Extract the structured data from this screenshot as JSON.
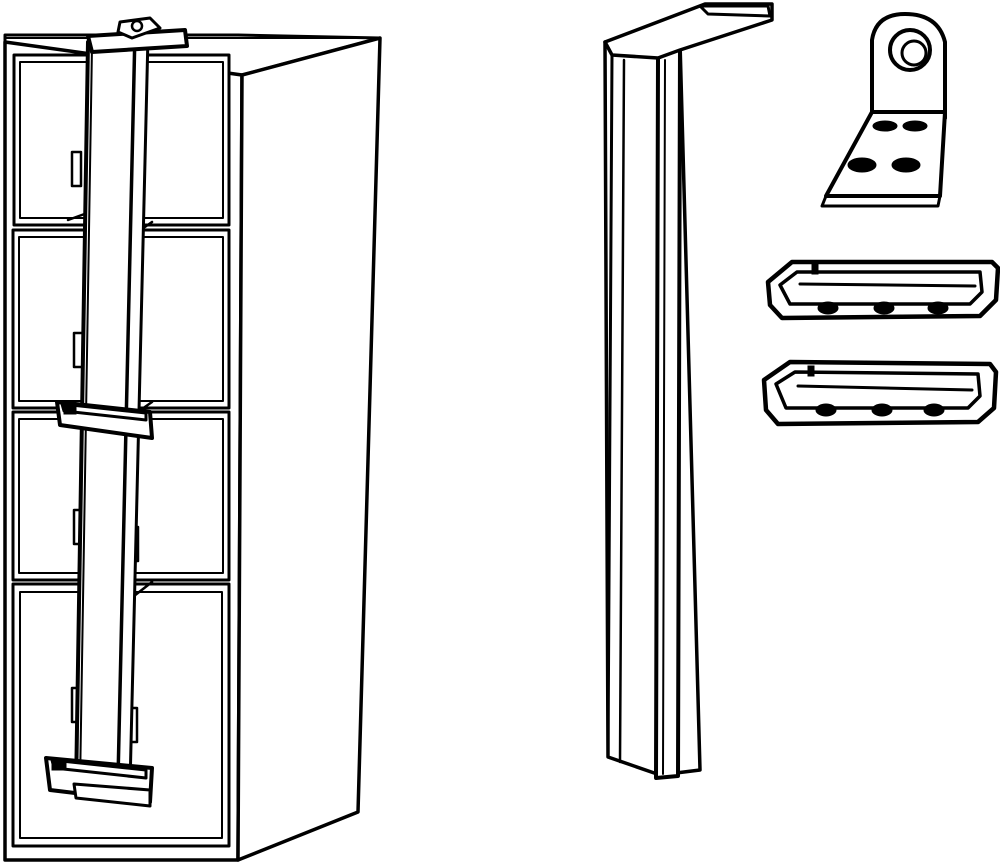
{
  "illustration": {
    "subject": "",
    "parts": [
      {
        "id": "cabinet",
        "icon": "filing-cabinet-with-locking-bar-icon",
        "drawer_count": 4
      },
      {
        "id": "bar",
        "icon": "locking-bar-icon"
      },
      {
        "id": "bracket",
        "icon": "angle-bracket-icon"
      },
      {
        "id": "clip-1",
        "icon": "drawer-clip-icon"
      },
      {
        "id": "clip-2",
        "icon": "drawer-clip-icon"
      }
    ],
    "colors": {
      "line": "#000000",
      "background": "#ffffff"
    }
  }
}
